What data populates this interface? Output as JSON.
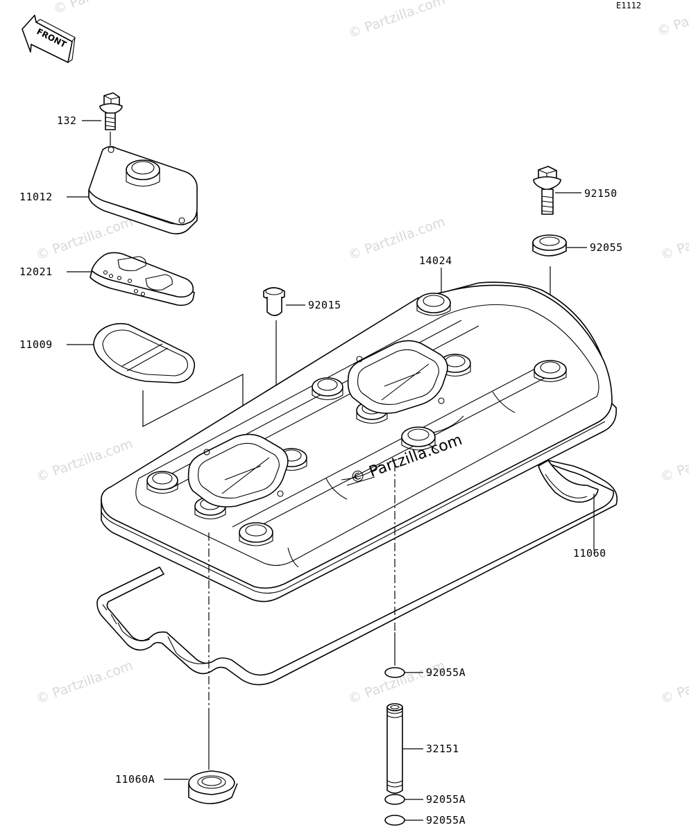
{
  "diagram_code": "E1112",
  "front_label": "FRONT",
  "watermark_text": "© Partzilla.com",
  "parts": {
    "p132": "132",
    "p11012": "11012",
    "p12021": "12021",
    "p11009": "11009",
    "p92015": "92015",
    "p14024": "14024",
    "p92150": "92150",
    "p92055": "92055",
    "p11060": "11060",
    "p92055A_top": "92055A",
    "p32151": "32151",
    "p11060A": "11060A",
    "p92055A_mid": "92055A",
    "p92055A_bot": "92055A"
  }
}
